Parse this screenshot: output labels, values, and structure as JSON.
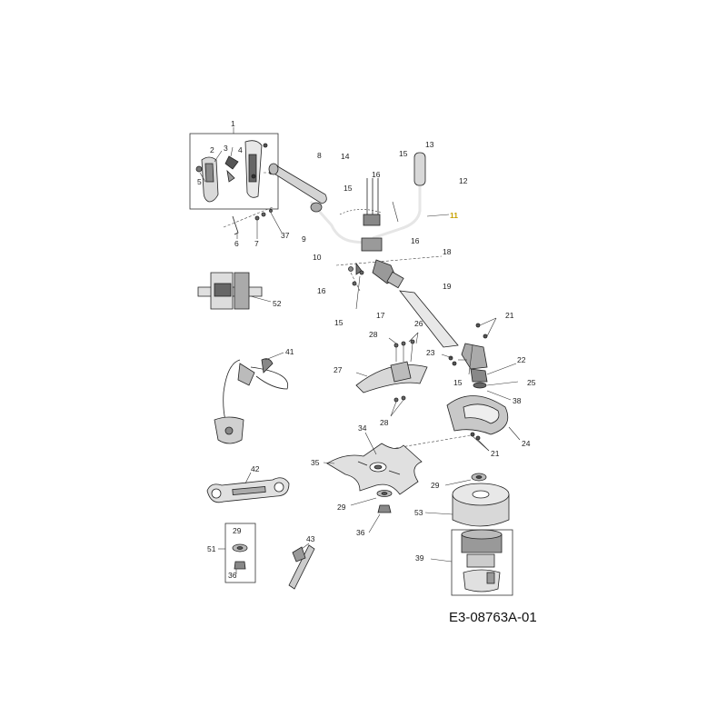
{
  "diagram": {
    "reference_code": "E3-08763A-01",
    "highlight_color": "#c8a200",
    "callouts": [
      {
        "id": "c1",
        "label": "1"
      },
      {
        "id": "c2",
        "label": "2"
      },
      {
        "id": "c3",
        "label": "3"
      },
      {
        "id": "c4",
        "label": "4"
      },
      {
        "id": "c5",
        "label": "5"
      },
      {
        "id": "c6",
        "label": "6"
      },
      {
        "id": "c7",
        "label": "7"
      },
      {
        "id": "c37",
        "label": "37"
      },
      {
        "id": "c8",
        "label": "8"
      },
      {
        "id": "c9",
        "label": "9"
      },
      {
        "id": "c14",
        "label": "14"
      },
      {
        "id": "c15a",
        "label": "15"
      },
      {
        "id": "c15b",
        "label": "15"
      },
      {
        "id": "c13",
        "label": "13"
      },
      {
        "id": "c12",
        "label": "12"
      },
      {
        "id": "c11",
        "label": "11"
      },
      {
        "id": "c16a",
        "label": "16"
      },
      {
        "id": "c16b",
        "label": "16"
      },
      {
        "id": "c10",
        "label": "10"
      },
      {
        "id": "c18",
        "label": "18"
      },
      {
        "id": "c16c",
        "label": "16"
      },
      {
        "id": "c15c",
        "label": "15"
      },
      {
        "id": "c17",
        "label": "17"
      },
      {
        "id": "c52",
        "label": "52"
      },
      {
        "id": "c19",
        "label": "19"
      },
      {
        "id": "c21a",
        "label": "21"
      },
      {
        "id": "c41",
        "label": "41"
      },
      {
        "id": "c28a",
        "label": "28"
      },
      {
        "id": "c26",
        "label": "26"
      },
      {
        "id": "c23",
        "label": "23"
      },
      {
        "id": "c15d",
        "label": "15"
      },
      {
        "id": "c22",
        "label": "22"
      },
      {
        "id": "c27",
        "label": "27"
      },
      {
        "id": "c25",
        "label": "25"
      },
      {
        "id": "c38",
        "label": "38"
      },
      {
        "id": "c28b",
        "label": "28"
      },
      {
        "id": "c24",
        "label": "24"
      },
      {
        "id": "c21b",
        "label": "21"
      },
      {
        "id": "c34",
        "label": "34"
      },
      {
        "id": "c35",
        "label": "35"
      },
      {
        "id": "c42",
        "label": "42"
      },
      {
        "id": "c29a",
        "label": "29"
      },
      {
        "id": "c29b",
        "label": "29"
      },
      {
        "id": "c53",
        "label": "53"
      },
      {
        "id": "c36a",
        "label": "36"
      },
      {
        "id": "c29c",
        "label": "29"
      },
      {
        "id": "c51",
        "label": "51"
      },
      {
        "id": "c43",
        "label": "43"
      },
      {
        "id": "c36b",
        "label": "36"
      },
      {
        "id": "c39",
        "label": "39"
      }
    ]
  }
}
